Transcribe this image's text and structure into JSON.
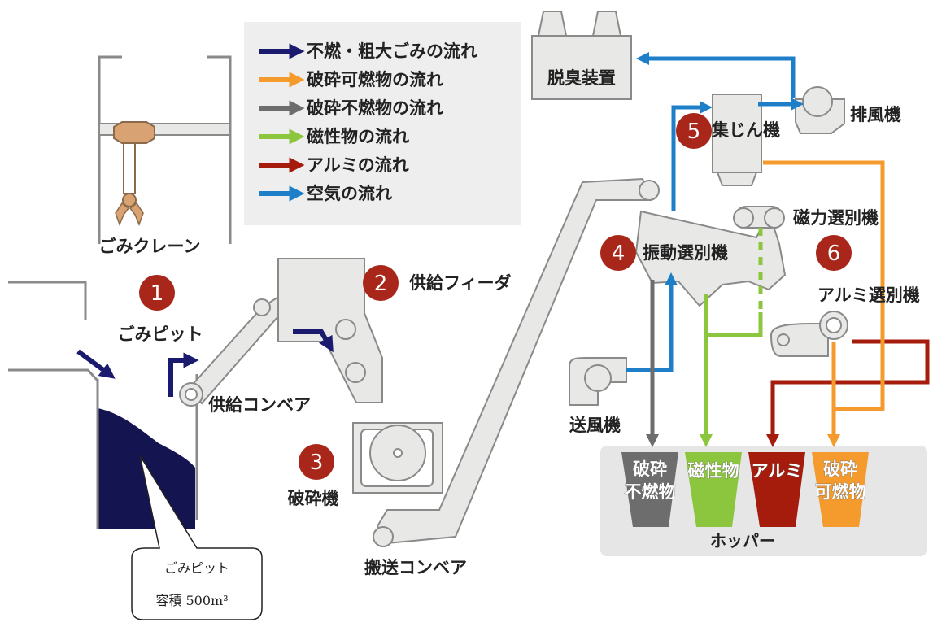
{
  "legend": {
    "items": [
      {
        "label": "不燃・粗大ごみの流れ",
        "color": "#1a1a6e"
      },
      {
        "label": "破砕可燃物の流れ",
        "color": "#f59a2c"
      },
      {
        "label": "破砕不燃物の流れ",
        "color": "#6d6d6d"
      },
      {
        "label": "磁性物の流れ",
        "color": "#8cc63f"
      },
      {
        "label": "アルミの流れ",
        "color": "#a61c0c"
      },
      {
        "label": "空気の流れ",
        "color": "#1e7fc8"
      }
    ]
  },
  "labels": {
    "crane": "ごみクレーン",
    "pit": "ごみピット",
    "supply_feeder": "供給フィーダ",
    "supply_conveyor": "供給コンベア",
    "crusher": "破砕機",
    "transport_conveyor": "搬送コンベア",
    "deodorizer": "脱臭装置",
    "dust_collector": "集じん機",
    "exhaust_fan": "排風機",
    "vibrating_separator": "振動選別機",
    "magnetic_separator": "磁力選別機",
    "aluminum_separator": "アルミ選別機",
    "blower": "送風機",
    "hopper": "ホッパー"
  },
  "step_numbers": {
    "n1": "1",
    "n2": "2",
    "n3": "3",
    "n4": "4",
    "n5": "5",
    "n6": "6"
  },
  "bins": {
    "incombustible": {
      "line1": "破砕",
      "line2": "不燃物"
    },
    "magnetic": {
      "line1": "磁性物"
    },
    "aluminum": {
      "line1": "アルミ"
    },
    "combustible": {
      "line1": "破砕",
      "line2": "可燃物"
    }
  },
  "callout": {
    "line1": "ごみピット",
    "line2": "容積 500m³"
  },
  "colors": {
    "badge": "#a8261a",
    "machine_fill": "#e8e8e6",
    "machine_stroke": "#8a8a8a",
    "legend_bg": "#eeeeee",
    "hopper_bg": "#e6e6e6",
    "pit_fill": "#141450"
  }
}
